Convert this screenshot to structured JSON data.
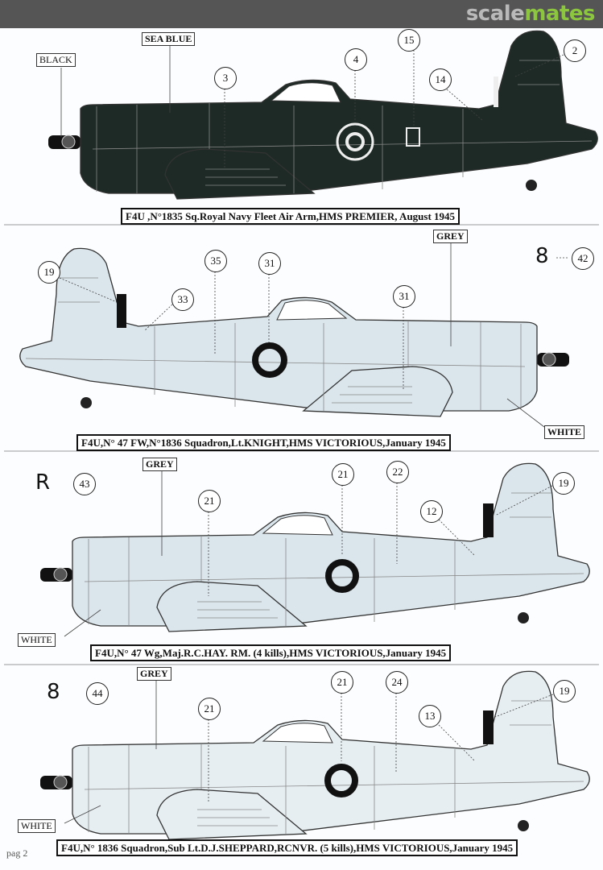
{
  "watermark": {
    "part1": "scale",
    "part2": "mates"
  },
  "page_label": "pag 2",
  "profiles": [
    {
      "caption": "F4U ,N°1835 Sq.Royal Navy Fleet Air Arm,HMS PREMIER, August 1945",
      "color_labels": [
        "BLACK",
        "SEA BLUE"
      ],
      "callouts": [
        "3",
        "4",
        "15",
        "14",
        "2"
      ]
    },
    {
      "caption": "F4U,N° 47 FW,N°1836 Squadron,Lt.KNIGHT,HMS VICTORIOUS,January 1945",
      "color_labels": [
        "GREY",
        "WHITE"
      ],
      "code_letter": "8",
      "callouts": [
        "42",
        "19",
        "35",
        "31",
        "31",
        "33"
      ]
    },
    {
      "caption": "F4U,N° 47 Wg,Maj.R.C.HAY. RM. (4 kills),HMS VICTORIOUS,January 1945",
      "color_labels": [
        "GREY",
        "WHITE"
      ],
      "code_letter": "R",
      "callouts": [
        "43",
        "21",
        "21",
        "22",
        "12",
        "19"
      ]
    },
    {
      "caption": "F4U,N° 1836 Squadron,Sub Lt.D.J.SHEPPARD,RCNVR. (5 kills),HMS VICTORIOUS,January 1945",
      "color_labels": [
        "GREY",
        "WHITE"
      ],
      "code_letter": "8",
      "callouts": [
        "44",
        "21",
        "21",
        "24",
        "13",
        "19"
      ]
    }
  ],
  "colors": {
    "sea_blue": "#1d2a26",
    "grey": "#dbe6ec",
    "brand_green": "#8cc63f"
  }
}
